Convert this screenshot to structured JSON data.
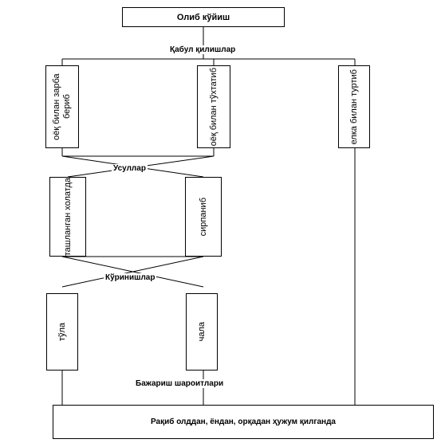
{
  "top_box": "Олиб кўйиш",
  "label_receptions": "Қабул қилишлар",
  "receptions": [
    "оёқ билан зарба бериб",
    "оёқ билан тўхтатиб",
    "елка билан туртиб"
  ],
  "label_methods": "Усуллар",
  "methods": [
    "ташланган холатда",
    "сирпаниб"
  ],
  "label_types": "Кўринишлар",
  "types": [
    "тўла",
    "чала"
  ],
  "label_conditions": "Бажариш шароитлари",
  "bottom_box": "Рақиб олддан, ёндан, орқадан ҳужум қилганда"
}
